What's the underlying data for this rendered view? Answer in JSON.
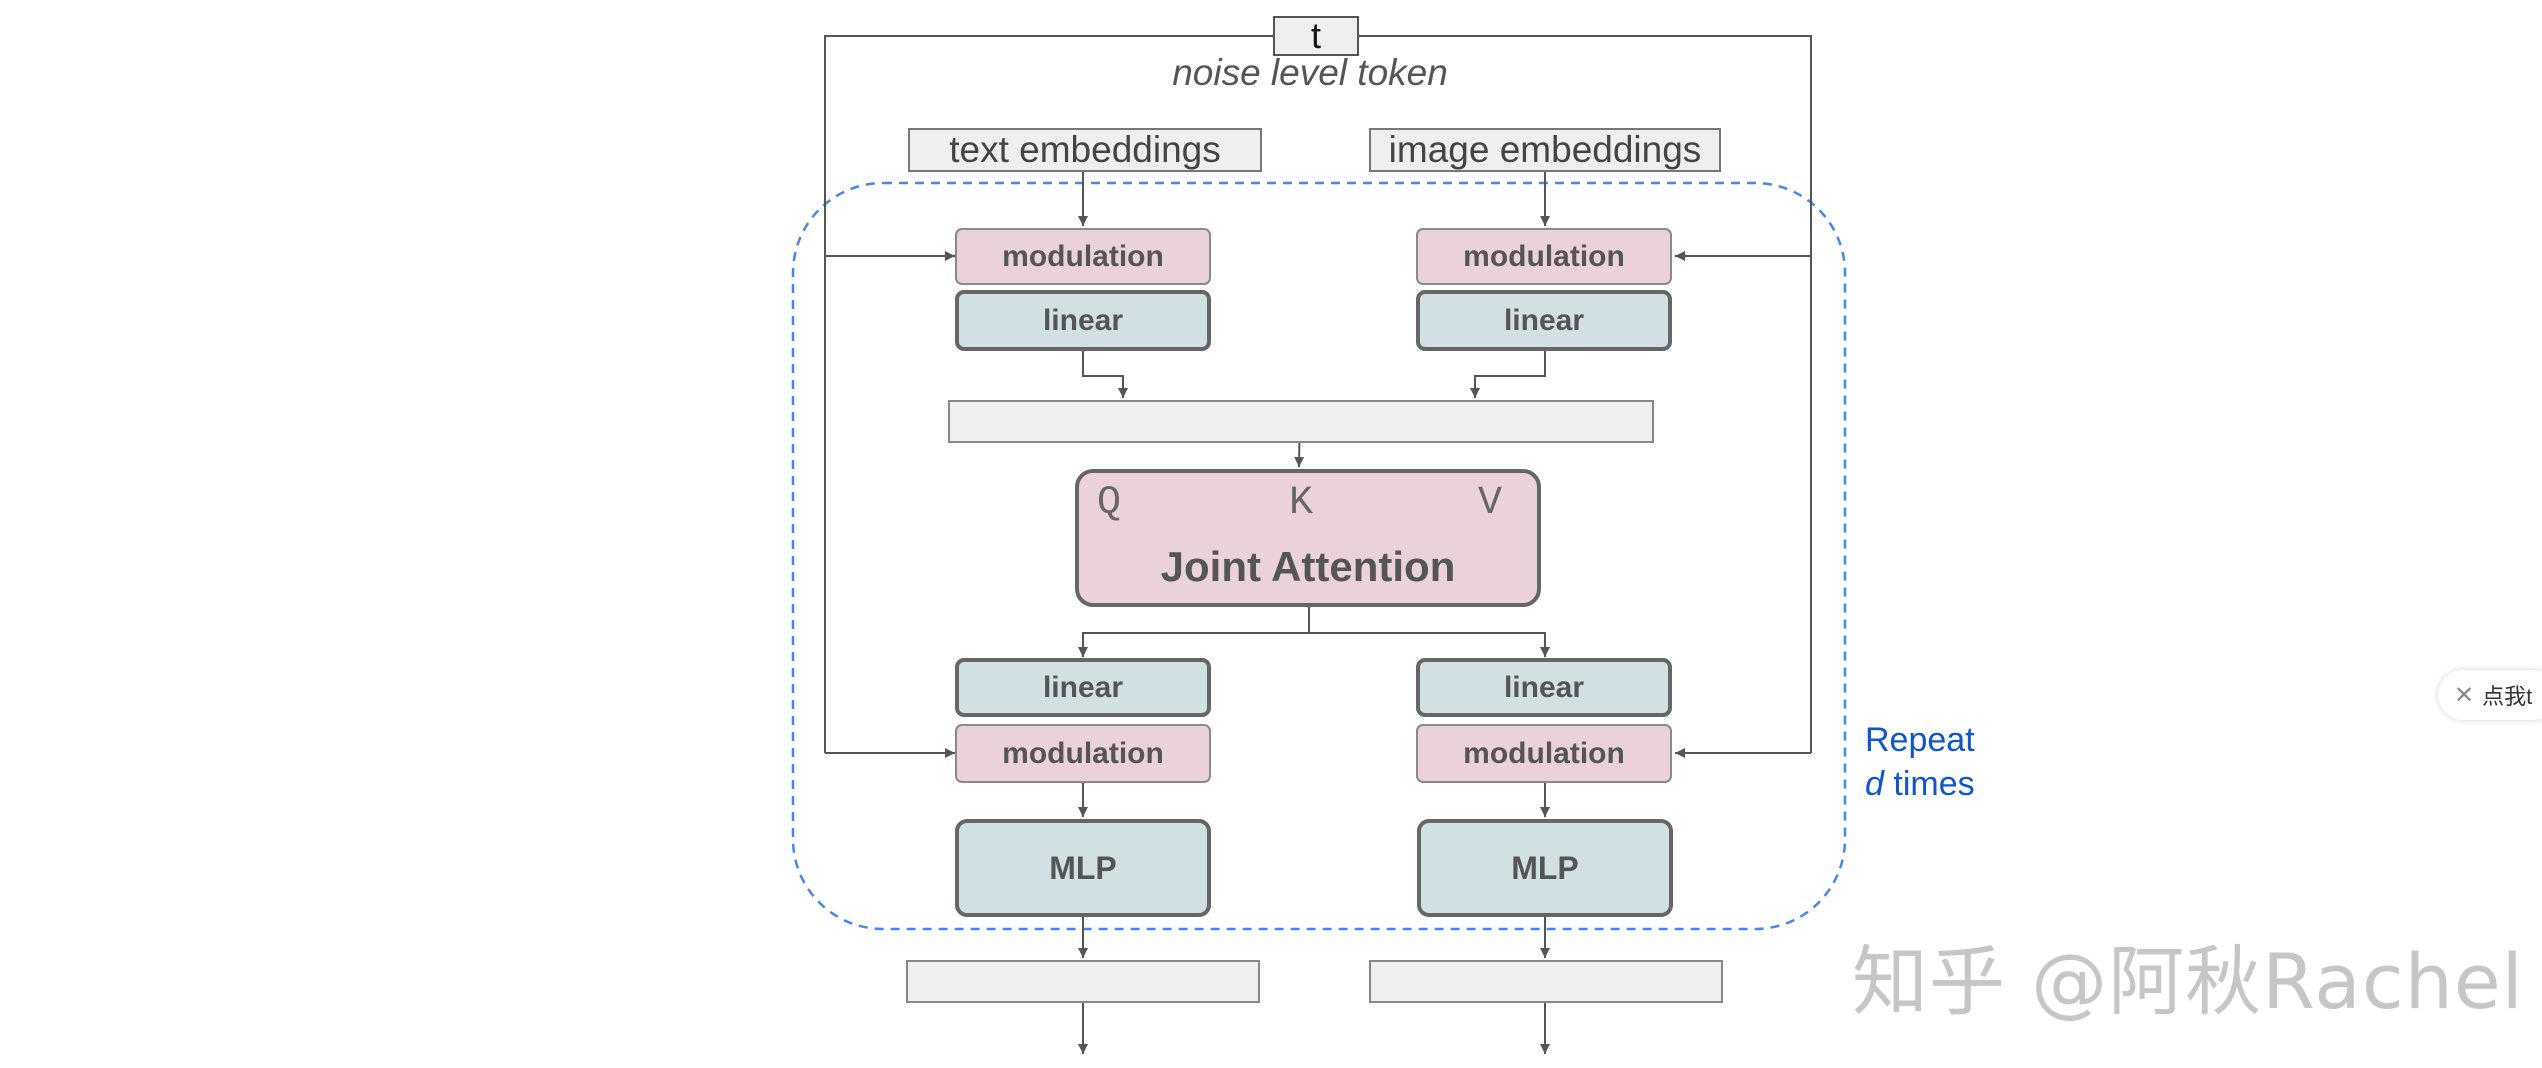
{
  "diagram": {
    "timestep": "t",
    "noise_caption": "noise level token",
    "inputs": {
      "text": "text embeddings",
      "image": "image embeddings"
    },
    "left_branch": {
      "modulation_in": "modulation",
      "linear_in": "linear",
      "linear_out": "linear",
      "modulation_out": "modulation",
      "mlp": "MLP"
    },
    "right_branch": {
      "modulation_in": "modulation",
      "linear_in": "linear",
      "linear_out": "linear",
      "modulation_out": "modulation",
      "mlp": "MLP"
    },
    "attention": {
      "q": "Q",
      "k": "K",
      "v": "V",
      "title": "Joint Attention"
    },
    "repeat": {
      "line1": "Repeat",
      "line2_var": "d",
      "line2_rest": " times"
    }
  },
  "watermark": "知乎 @阿秋Rachel",
  "toast": {
    "label": "点我t"
  },
  "colors": {
    "modulation_fill": "#ead1dc",
    "linear_fill": "#d0e0e3",
    "repeat_border": "#4a86e8",
    "repeat_text": "#1155cc"
  }
}
